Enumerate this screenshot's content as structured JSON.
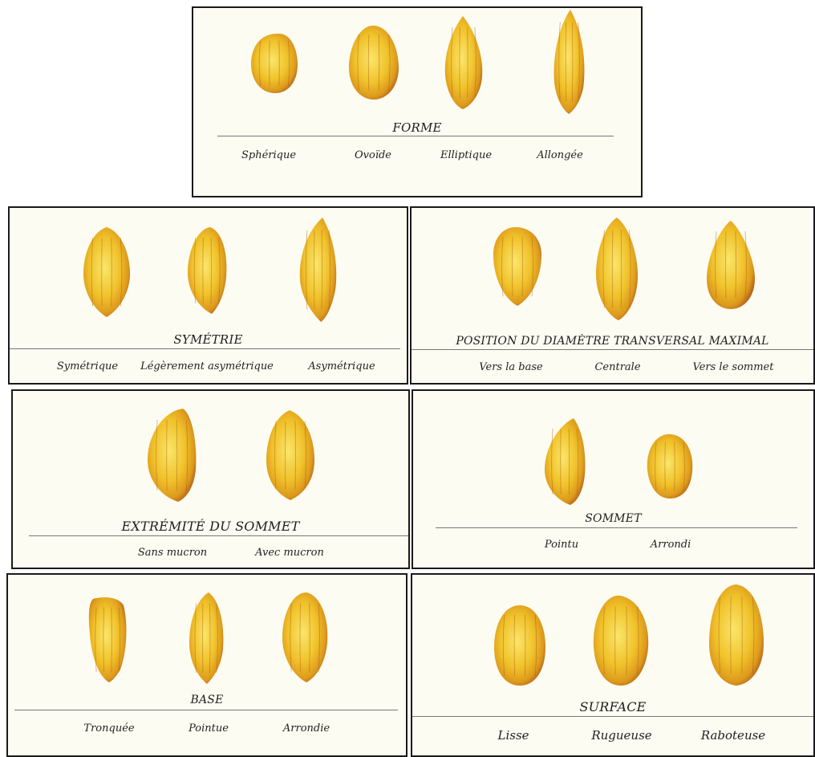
{
  "panels": {
    "forme": {
      "title": "FORME",
      "labels": [
        "Sphérique",
        "Ovoïde",
        "Elliptique",
        "Allongée"
      ]
    },
    "symetrie": {
      "title": "SYMÉTRIE",
      "labels": [
        "Symétrique",
        "Légèrement asymétrique",
        "Asymétrique"
      ]
    },
    "position": {
      "title": "POSITION DU DIAMÈTRE TRANSVERSAL MAXIMAL",
      "labels": [
        "Vers la base",
        "Centrale",
        "Vers le sommet"
      ]
    },
    "extremite": {
      "title": "EXTRÉMITÉ DU SOMMET",
      "labels": [
        "Sans mucron",
        "Avec mucron"
      ]
    },
    "sommet": {
      "title": "SOMMET",
      "labels": [
        "Pointu",
        "Arrondi"
      ]
    },
    "base": {
      "title": "BASE",
      "labels": [
        "Tronquée",
        "Pointue",
        "Arrondie"
      ]
    },
    "surface": {
      "title": "SURFACE",
      "labels": [
        "Lisse",
        "Rugueuse",
        "Raboteuse"
      ]
    }
  },
  "colors": {
    "seed_light": "#f6d13a",
    "seed_mid": "#e8ad1c",
    "seed_dark": "#b5621b",
    "stripe": "#a8521a"
  }
}
